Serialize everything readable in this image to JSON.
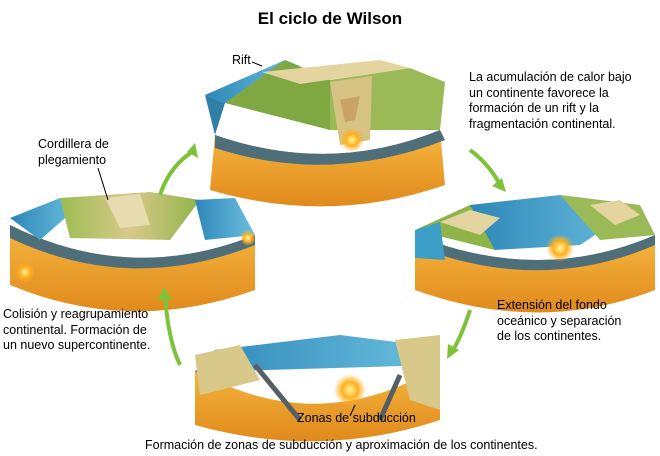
{
  "title": "El ciclo de Wilson",
  "labels": {
    "rift": "Rift",
    "cordillera": [
      "Cordillera de",
      "plegamiento"
    ],
    "zonas": "Zonas de subducción"
  },
  "captions": {
    "top_right": [
      "La acumulación de calor bajo",
      "un continente favorece la",
      "formación de un rift y la",
      "fragmentación continental."
    ],
    "right": [
      "Extensión del fondo",
      "oceánico y separación",
      "de los continentes."
    ],
    "left": [
      "Colisión y reagrupamiento",
      "continental. Formación de",
      "un nuevo supercontinente."
    ],
    "bottom": "Formación de zonas de subducción y aproximación de los continentes."
  },
  "colors": {
    "ocean": "#3a9ec6",
    "continent": "#d8c98a",
    "vegetation": "#8fb64a",
    "crust": "#f0a830",
    "arrow": "#7ec23a"
  }
}
